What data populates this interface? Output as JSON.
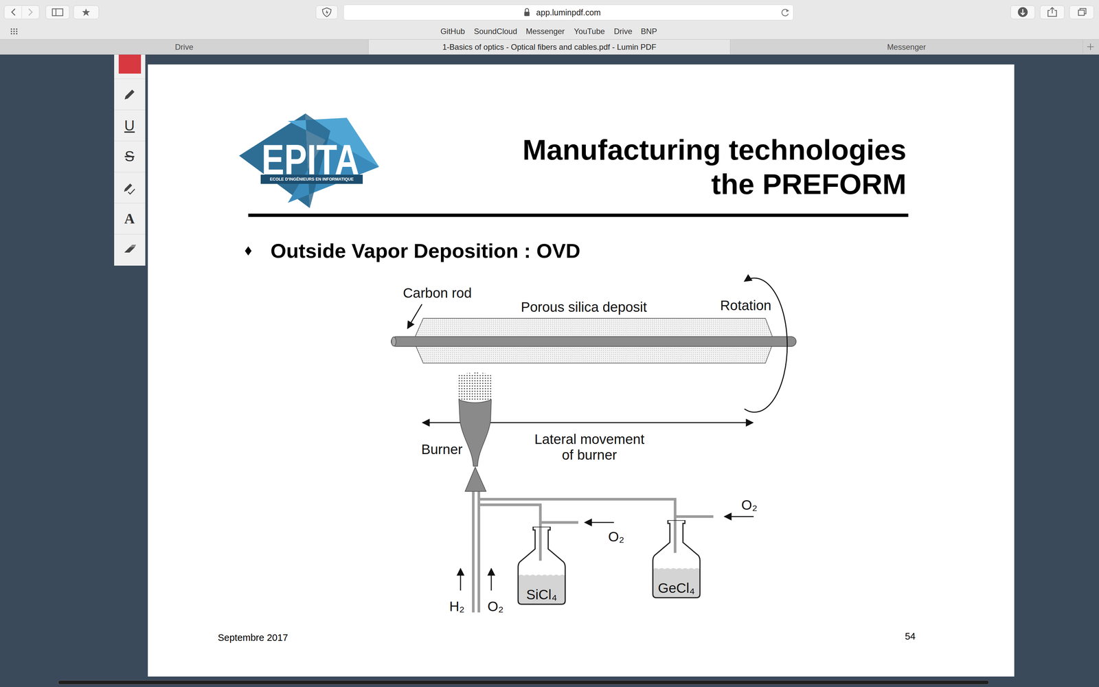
{
  "diagram": {
    "title": "Manufacturing technologies the PREFORM",
    "nodes": [
      {
        "text": [
          "app.luminpdf.com"
        ]
      },
      {
        "text": [
          "Drive"
        ]
      },
      {
        "text": [
          "1-Basics of optics - Optical fibers and cables.pdf - Lumin PDF"
        ]
      },
      {
        "text": [
          "Messenger"
        ]
      },
      {
        "text": [
          "SiCl₄"
        ]
      },
      {
        "text": [
          "GeCl₄"
        ]
      }
    ],
    "labels": [
      "GitHub",
      "SoundCloud",
      "Messenger",
      "YouTube",
      "Drive",
      "BNP",
      "U",
      "S",
      "A",
      "EPITA",
      "ECOLE D'INGÉNIEURS EN INFORMATIQUE",
      "Outside Vapor Deposition : OVD",
      "Carbon rod",
      "Porous silica deposit",
      "Rotation",
      "Burner",
      "Lateral movement of burner",
      "O₂",
      "O₂",
      "H₂",
      "O₂",
      "Septembre 2017",
      "54"
    ]
  }
}
